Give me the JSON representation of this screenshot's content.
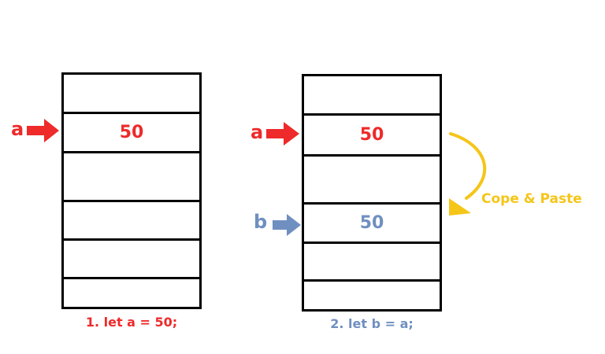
{
  "colors": {
    "red": "#ee2a2a",
    "blue": "#6f8fc0",
    "yellow": "#f5c518",
    "black": "#000000"
  },
  "stack1": {
    "pointer_label": "a",
    "value": "50",
    "caption": "1. let a = 50;"
  },
  "stack2": {
    "pointer_a_label": "a",
    "value_a": "50",
    "pointer_b_label": "b",
    "value_b": "50",
    "caption": "2. let b = a;",
    "copy_label": "Cope & Paste"
  }
}
